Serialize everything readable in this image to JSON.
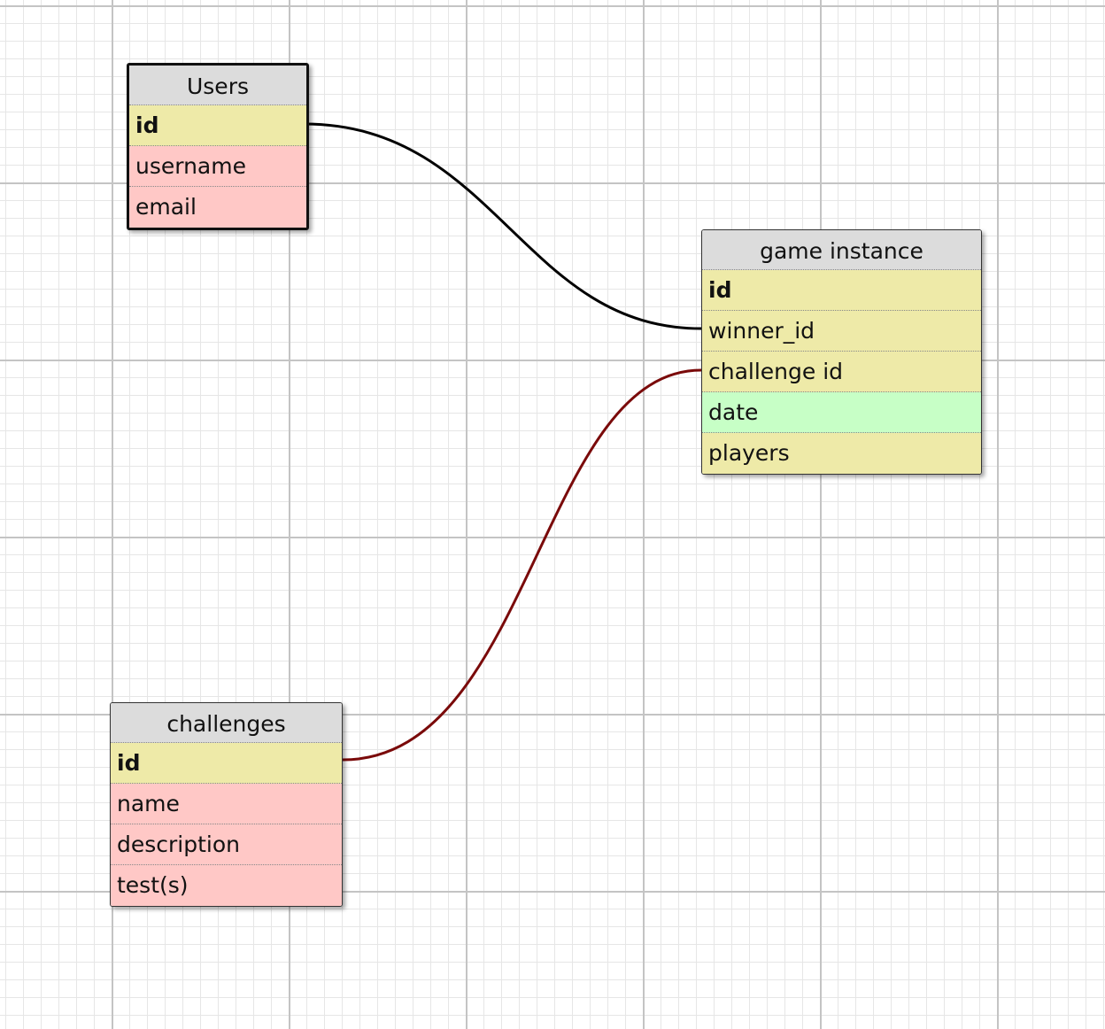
{
  "tables": {
    "users": {
      "name": "Users",
      "fields": [
        "id",
        "username",
        "email"
      ]
    },
    "game": {
      "name": "game instance",
      "fields": [
        "id",
        "winner_id",
        "challenge id",
        "date",
        "players"
      ]
    },
    "challenges": {
      "name": "challenges",
      "fields": [
        "id",
        "name",
        "description",
        "test(s)"
      ]
    }
  },
  "colors": {
    "primary_key": "#eeeaa8",
    "field_pink": "#ffc8c6",
    "field_green": "#c7ffc6",
    "header": "#dcdcdc",
    "relation_users": "#000000",
    "relation_challenges": "#7a0a0a"
  },
  "relations": [
    {
      "from": "Users.id",
      "to": "game instance.winner_id"
    },
    {
      "from": "challenges.id",
      "to": "game instance.challenge id"
    }
  ]
}
